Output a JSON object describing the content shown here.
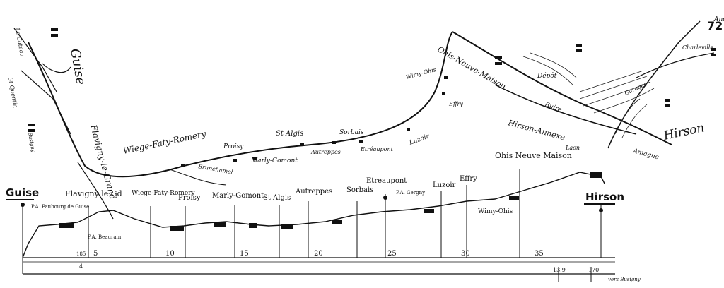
{
  "plate_number": "72",
  "map": {
    "places": {
      "guise": "Guise",
      "flavigny": "Flavigny-le-Grand",
      "wiege": "Wiege-Faty-Romery",
      "proisy": "Proisy",
      "marly": "Marly-Gomont",
      "st_algis": "St Algis",
      "autreppes": "Autreppes",
      "sorbais": "Sorbais",
      "etreaupont": "Etréaupont",
      "luzoir": "Luzoir",
      "effry": "Effry",
      "wimy": "Wimy-Ohis",
      "ohis": "Ohis-Neuve-Maison",
      "hirson_annexe": "Hirson-Annexe",
      "hirson": "Hirson",
      "buire": "Buire",
      "brunehamel": "Brunehamel",
      "laon": "Laon",
      "anor": "Anor",
      "charleville": "Charleville",
      "amagne": "Amagne",
      "le_cateau": "Le Cateau",
      "st_quentin": "St Quentin",
      "busigny": "Busigny",
      "depot": "Dépôt",
      "garages": "Garages"
    }
  },
  "profile": {
    "stations_major": [
      "Guise",
      "Hirson"
    ],
    "stations": [
      {
        "name": "Flavigny le Gd"
      },
      {
        "name": "Wiege-Faty-Romery"
      },
      {
        "name": "Proisy"
      },
      {
        "name": "Marly-Gomont"
      },
      {
        "name": "St Algis"
      },
      {
        "name": "Autreppes"
      },
      {
        "name": "Sorbais"
      },
      {
        "name": "Etreaupont"
      },
      {
        "name": "Luzoir"
      },
      {
        "name": "Effry"
      },
      {
        "name": "Ohis Neuve Maison"
      },
      {
        "name": "Wimy-Ohis"
      }
    ],
    "halts": [
      "P.A. Faubourg de Guise",
      "P.A. Beaurain",
      "P.A. Gergny"
    ],
    "km_labels": [
      "5",
      "10",
      "15",
      "20",
      "25",
      "30",
      "35"
    ],
    "secondary_km": [
      "4",
      "185",
      "13.9",
      "170"
    ],
    "bottom_note": "vers Busigny"
  }
}
